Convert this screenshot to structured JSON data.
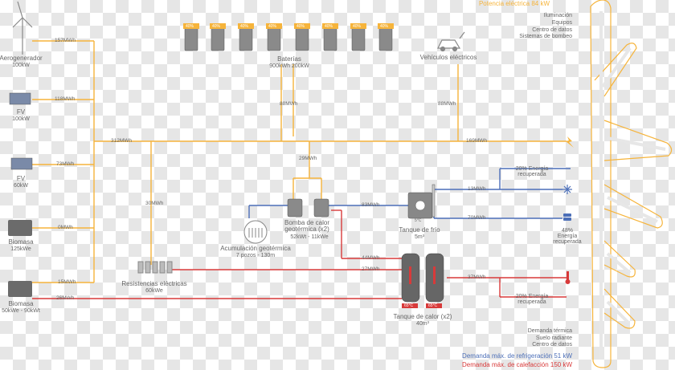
{
  "title": "Potencia eléctrica 84 kW",
  "legend_top": [
    "Iluminación",
    "Equipos",
    "Centro de datos",
    "Sistemas de bombeo"
  ],
  "legend_bottom": [
    "Demanda térmica",
    "Suelo radiante",
    "Centro de datos"
  ],
  "max_cooling": "Demanda máx. de refrigeración 51 kW",
  "max_heating": "Demanda máx. de calefacción 150 kW",
  "sources": [
    {
      "name": "Aerogenerador",
      "spec": "100kW",
      "flow": "157MWh"
    },
    {
      "name": "FV",
      "spec": "100kW",
      "flow": "118MWh"
    },
    {
      "name": "FV",
      "spec": "60kW",
      "flow": "73MWh"
    },
    {
      "name": "Biomasa",
      "spec": "125kWe",
      "flow": "0MWh"
    },
    {
      "name": "Biomasa",
      "spec": "50kWe - 90kWt",
      "flow": "15MWh"
    }
  ],
  "biomass_thermal_flow": "26MWh",
  "battery": {
    "label": "Baterías",
    "spec": "900kWh 200kW",
    "pct": "40%",
    "flow": "88MWh"
  },
  "ev": {
    "label": "Vehículos eléctricos",
    "flow": "88MWh"
  },
  "bus_flow": "312MWh",
  "to_loads_flow": "169MWh",
  "heat_pump": {
    "label": "Bomba de calor",
    "label2": "geotérmica (x2)",
    "spec": "52kWt - 11kWe",
    "flow_in": "29MWh"
  },
  "geo": {
    "label": "Acumulación geotérmica",
    "spec": "7 pozos - 130m"
  },
  "resist": {
    "label": "Resistencias eléctricas",
    "spec": "60kWe",
    "flow_in": "30MWh",
    "flow_out": "27MWh"
  },
  "cold_tank": {
    "label": "Tanque de frío",
    "spec": "5m³",
    "flow_in": "83MWh",
    "flow_a": "13MWh",
    "flow_b": "70MWh",
    "badge": "5°C"
  },
  "heat_tank": {
    "label": "Tanque de calor (x2)",
    "spec": "40m³",
    "flow_in": "44MWh",
    "flow_out": "37MWh",
    "badge": "65°C"
  },
  "recov_cold": "20% Energía recuperada",
  "recov_data": [
    "48%",
    "Energía",
    "recuperada"
  ],
  "recov_heat": "20% Energía recuperada",
  "colors": {
    "orange": "#f6b43b",
    "blue": "#4c6fb8",
    "red": "#d83a3a",
    "gray": "#777777"
  }
}
